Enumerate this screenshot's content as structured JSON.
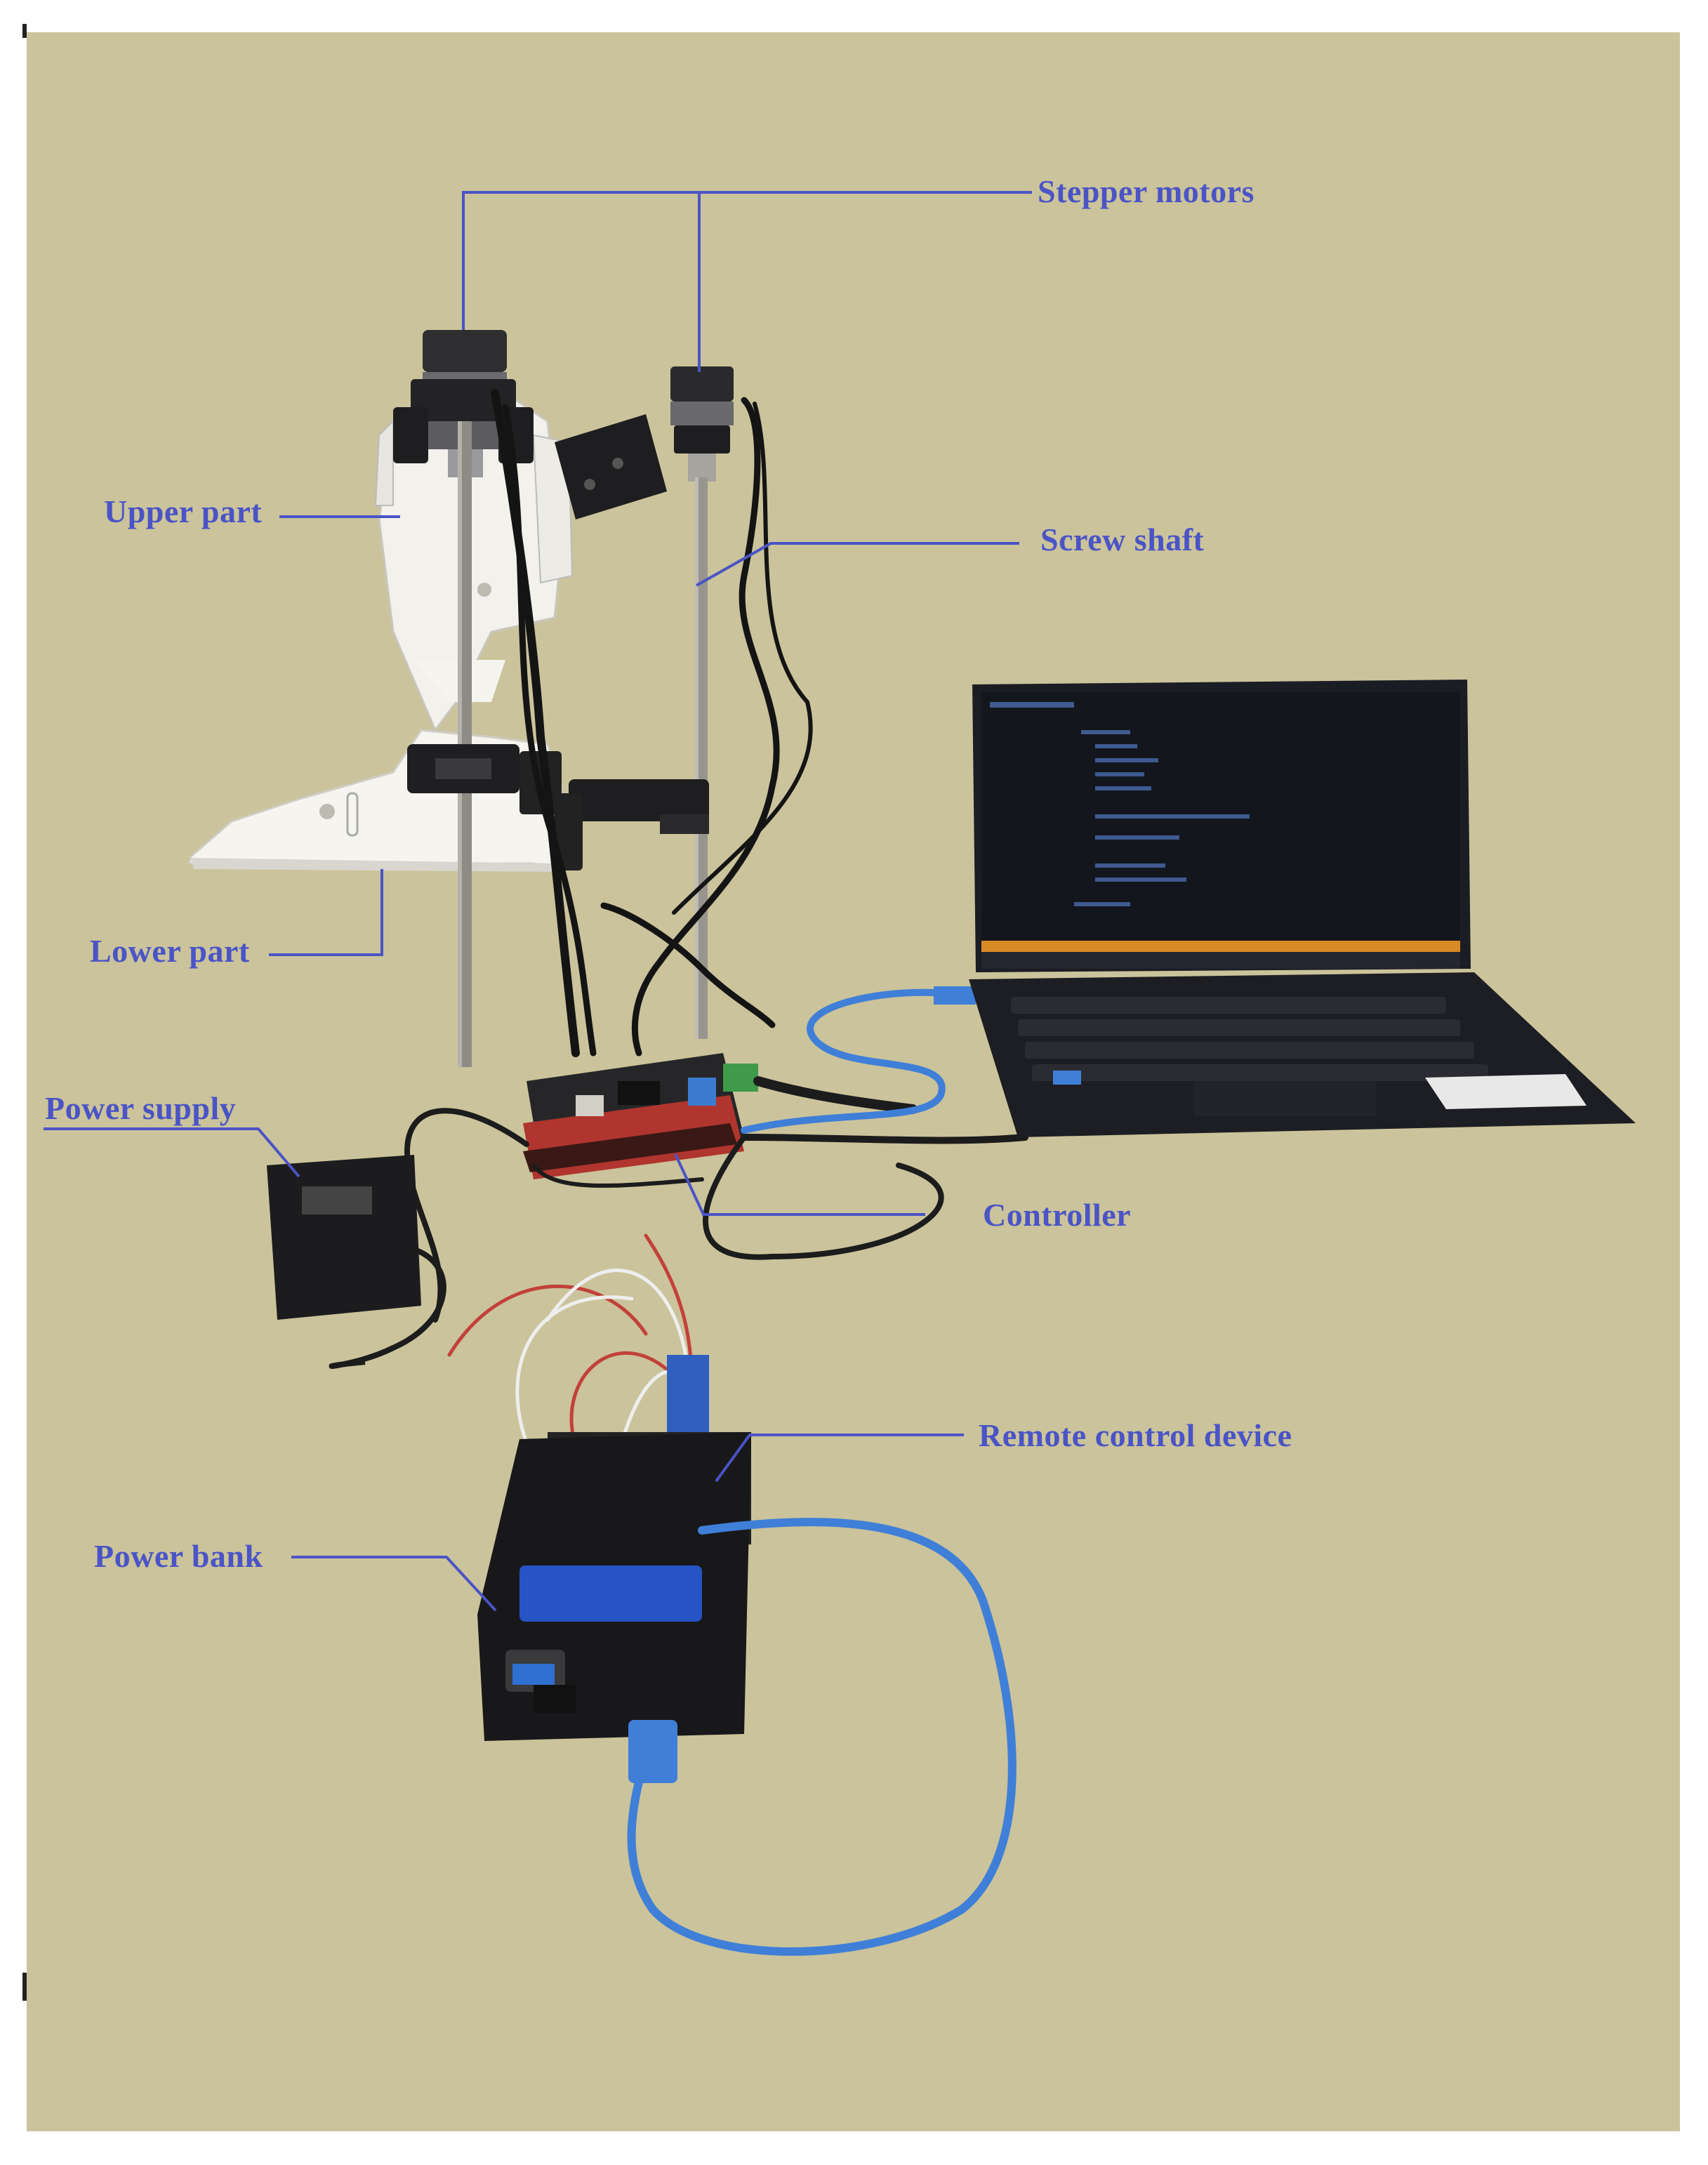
{
  "colors": {
    "background": "#cbc39b",
    "label_text": "#4a54c6",
    "leader_line": "#4a54c6",
    "usb_cable": "#3f7fd8"
  },
  "labels": {
    "stepper_motors": "Stepper motors",
    "upper_part": "Upper part",
    "screw_shaft": "Screw shaft",
    "lower_part": "Lower part",
    "power_supply": "Power supply",
    "controller": "Controller",
    "remote_control_device": "Remote control device",
    "power_bank": "Power bank"
  }
}
